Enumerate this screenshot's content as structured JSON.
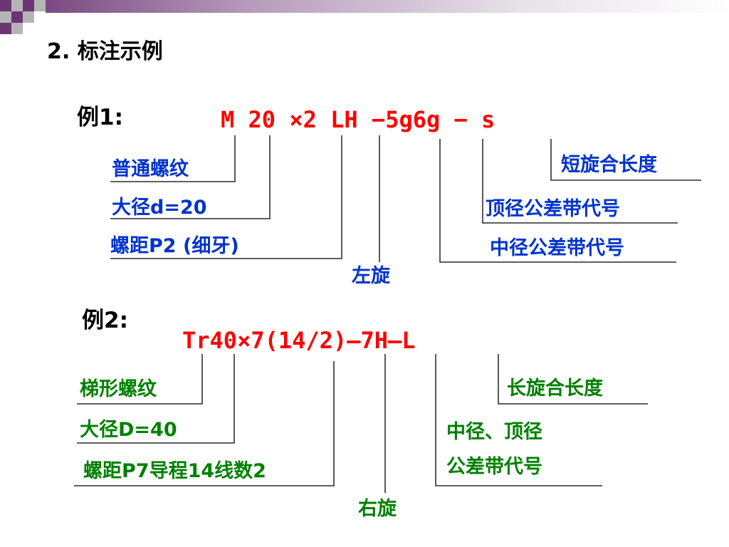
{
  "colors": {
    "title": "#000000",
    "designation": "#ff0000",
    "example1_labels": "#0033cc",
    "example2_labels": "#008000",
    "lines": "#000000",
    "deco_purple": "#6b3574",
    "deco_gray": "#b5b5b5"
  },
  "slide": {
    "title": "2. 标注示例"
  },
  "example1": {
    "label": "例1:",
    "designation": "M 20  ×2 LH −5g6g − s",
    "callouts": {
      "thread_type": "普通螺纹",
      "major_diameter": "大径d=20",
      "pitch": "螺距P2 (细牙)",
      "hand": "左旋",
      "short_engagement": "短旋合长度",
      "crest_tolerance": "顶径公差带代号",
      "pitch_tolerance": "中径公差带代号"
    }
  },
  "example2": {
    "label": "例2:",
    "designation": "Tr40×7(14/2)—7H—L",
    "callouts": {
      "thread_type": "梯形螺纹",
      "major_diameter": "大径D=40",
      "pitch_lead": "螺距P7导程14线数2",
      "hand": "右旋",
      "long_engagement": "长旋合长度",
      "tolerance_line1": "中径、顶径",
      "tolerance_line2": "公差带代号"
    }
  }
}
